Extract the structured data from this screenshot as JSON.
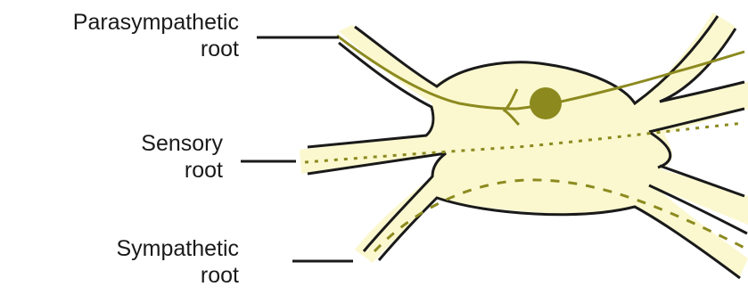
{
  "labels": {
    "parasympathetic": [
      "Parasympathetic",
      "root"
    ],
    "sensory": [
      "Sensory",
      "root"
    ],
    "sympathetic": [
      "Sympathetic",
      "root"
    ]
  },
  "colors": {
    "ganglion_fill": "#fbf8cf",
    "outline": "#1a1a1a",
    "fiber": "#8c8a1f",
    "cell": "#8c8a1f"
  }
}
